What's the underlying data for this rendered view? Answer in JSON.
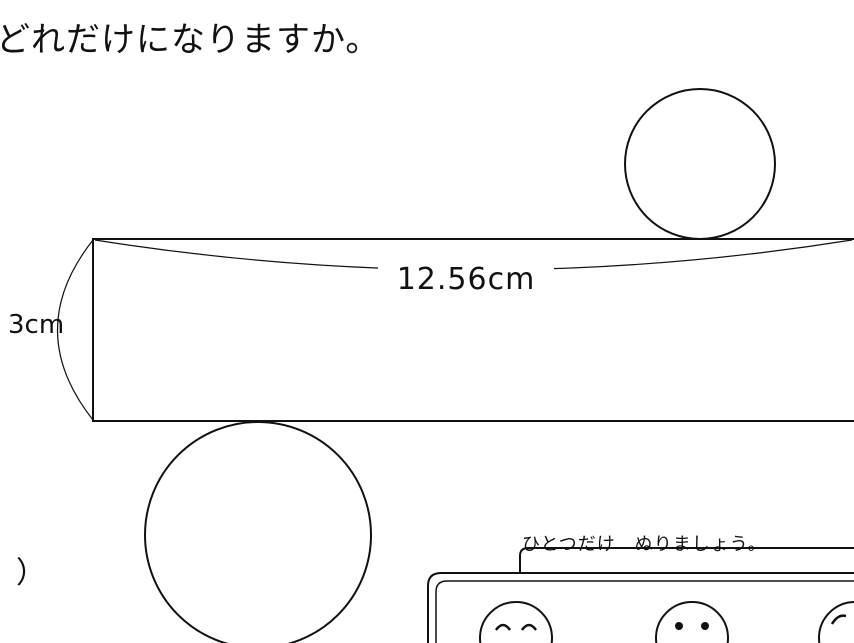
{
  "question": {
    "text": "どれだけになりますか。"
  },
  "figure": {
    "length_label": "12.56cm",
    "height_label": "3cm"
  },
  "answer": {
    "bracket_close": "）"
  },
  "self_evaluation": {
    "title": "ひとつだけ　ぬりましょう。",
    "faces": [
      "smile-face-icon",
      "neutral-face-icon",
      "sad-face-icon"
    ]
  }
}
